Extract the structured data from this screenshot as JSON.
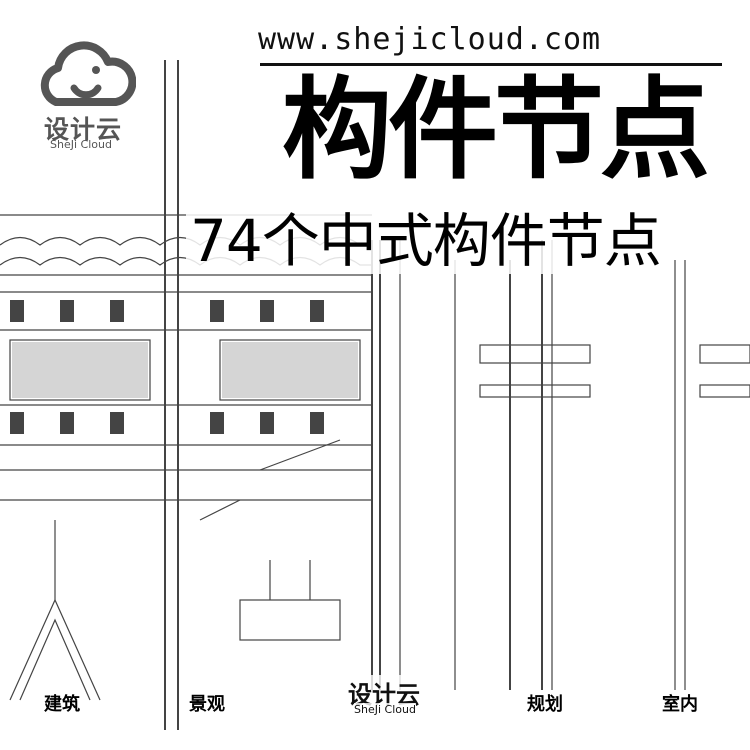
{
  "site": {
    "url": "www.shejicloud.com"
  },
  "brand": {
    "name_cn": "设计云",
    "name_en": "SheJi Cloud"
  },
  "title": {
    "main": "构件节点",
    "sub": "74个中式构件节点"
  },
  "bottom_nav": {
    "items": [
      "建筑",
      "景观",
      "规划",
      "室内"
    ]
  },
  "icons": {
    "logo": "cloud-logo-icon"
  },
  "colors": {
    "background": "#ffffff",
    "text": "#000000",
    "logo_gray": "#555555",
    "drawing_line": "#444444"
  }
}
